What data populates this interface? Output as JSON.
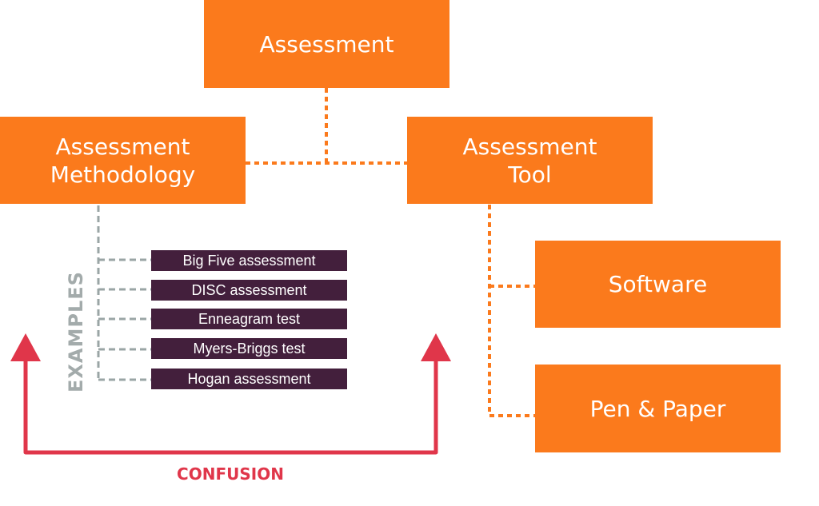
{
  "nodes": {
    "assessment": "Assessment",
    "methodology_line1": "Assessment",
    "methodology_line2": "Methodology",
    "tool_line1": "Assessment",
    "tool_line2": "Tool",
    "software": "Software",
    "pen_paper": "Pen & Paper"
  },
  "examples_label": "EXAMPLES",
  "examples": [
    "Big Five assessment",
    "DISC assessment",
    "Enneagram test",
    "Myers-Briggs test",
    "Hogan assessment"
  ],
  "confusion_label": "CONFUSION",
  "colors": {
    "orange": "#fb7a1c",
    "purple": "#431f3c",
    "red": "#e0364a",
    "grey": "#a3abab"
  }
}
